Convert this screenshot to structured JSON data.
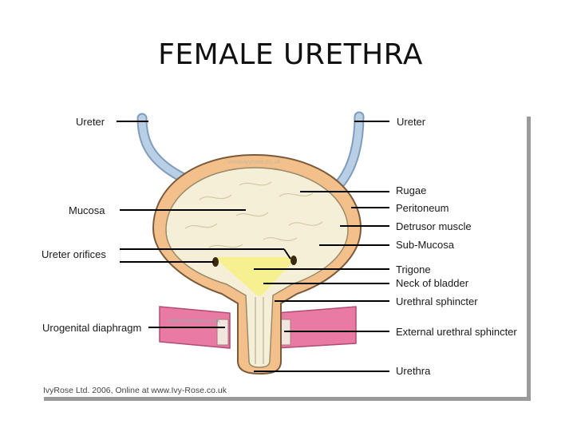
{
  "title": "FEMALE URETHRA",
  "labels": {
    "ureter_left": "Ureter",
    "mucosa": "Mucosa",
    "ureter_orifices": "Ureter orifices",
    "urogenital_diaphragm": "Urogenital diaphragm",
    "ureter_right": "Ureter",
    "rugae": "Rugae",
    "peritoneum": "Peritoneum",
    "detrusor_muscle": "Detrusor muscle",
    "sub_mucosa": "Sub-Mucosa",
    "trigone": "Trigone",
    "neck_of_bladder": "Neck of bladder",
    "urethral_sphincter": "Urethral sphincter",
    "external_urethral_sphincter": "External urethral sphincter",
    "urethra": "Urethra"
  },
  "watermark_text": "www.ivyrose.co.uk",
  "credit": "IvyRose Ltd. 2006, Online at www.Ivy-Rose.co.uk",
  "colors": {
    "muscle_wall": "#f3c08c",
    "mucosa": "#f4efd6",
    "trigone": "#f7f08a",
    "diaphragm": "#e87aa3",
    "ureter": "#b9cfe6"
  }
}
